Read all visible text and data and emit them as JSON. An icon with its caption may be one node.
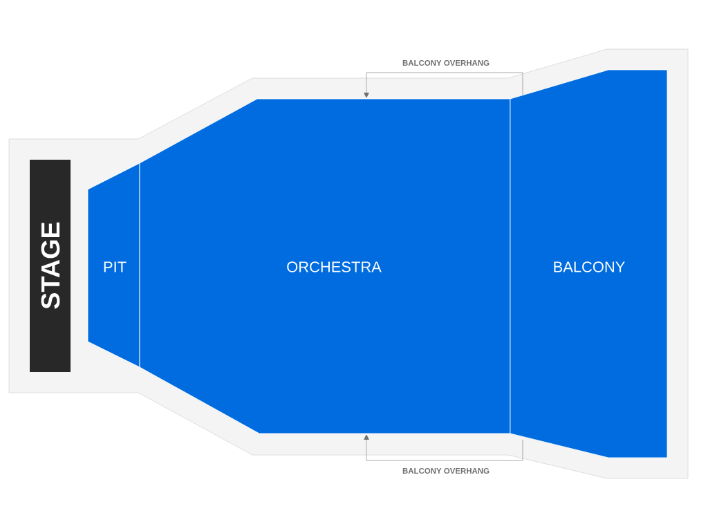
{
  "diagram": {
    "nodes": [
      {
        "text": [
          "STAGE"
        ]
      },
      {
        "text": [
          "PIT"
        ]
      },
      {
        "text": [
          "ORCHESTRA"
        ]
      },
      {
        "text": [
          "BALCONY"
        ]
      }
    ],
    "edges": [
      {
        "from": 3,
        "to": 2,
        "arrow": "to",
        "label": "BALCONY OVERHANG"
      },
      {
        "from": 3,
        "to": 2,
        "arrow": "to",
        "label": "BALCONY OVERHANG"
      }
    ]
  }
}
